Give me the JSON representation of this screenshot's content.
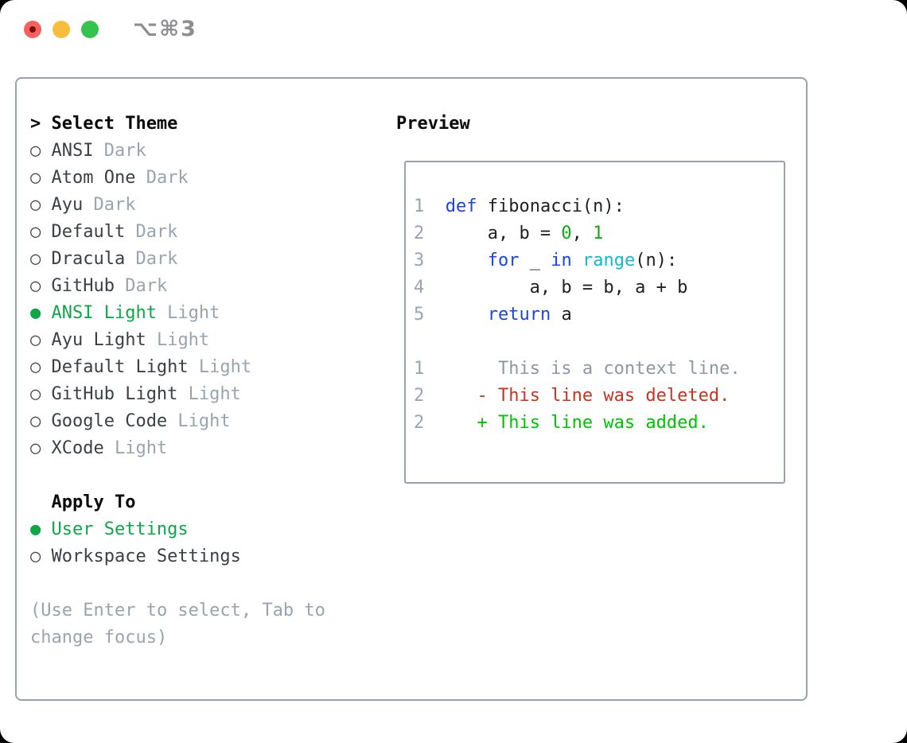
{
  "window": {
    "title": "⌥⌘3",
    "traffic_lights": [
      "close",
      "minimize",
      "zoom"
    ]
  },
  "theme_picker": {
    "prompt": ">",
    "header": "Select Theme",
    "themes": [
      {
        "name": "ANSI",
        "tag": "Dark",
        "selected": false
      },
      {
        "name": "Atom One",
        "tag": "Dark",
        "selected": false
      },
      {
        "name": "Ayu",
        "tag": "Dark",
        "selected": false
      },
      {
        "name": "Default",
        "tag": "Dark",
        "selected": false
      },
      {
        "name": "Dracula",
        "tag": "Dark",
        "selected": false
      },
      {
        "name": "GitHub",
        "tag": "Dark",
        "selected": false
      },
      {
        "name": "ANSI Light",
        "tag": "Light",
        "selected": true
      },
      {
        "name": "Ayu Light",
        "tag": "Light",
        "selected": false
      },
      {
        "name": "Default Light",
        "tag": "Light",
        "selected": false
      },
      {
        "name": "GitHub Light",
        "tag": "Light",
        "selected": false
      },
      {
        "name": "Google Code",
        "tag": "Light",
        "selected": false
      },
      {
        "name": "XCode",
        "tag": "Light",
        "selected": false
      }
    ],
    "apply_to": {
      "header": "Apply To",
      "options": [
        {
          "label": "User Settings",
          "selected": true
        },
        {
          "label": "Workspace Settings",
          "selected": false
        }
      ]
    },
    "hint": "(Use Enter to select, Tab to change focus)"
  },
  "preview": {
    "label": "Preview",
    "code_lines": [
      {
        "line_no": "1",
        "tokens": [
          {
            "t": "  ",
            "c": "fg"
          },
          {
            "t": "def",
            "c": "kw"
          },
          {
            "t": " fibonacci(n):",
            "c": "fg"
          }
        ]
      },
      {
        "line_no": "2",
        "tokens": [
          {
            "t": "      a, b = ",
            "c": "fg"
          },
          {
            "t": "0",
            "c": "num"
          },
          {
            "t": ", ",
            "c": "fg"
          },
          {
            "t": "1",
            "c": "num"
          }
        ]
      },
      {
        "line_no": "3",
        "tokens": [
          {
            "t": "      ",
            "c": "fg"
          },
          {
            "t": "for",
            "c": "kw"
          },
          {
            "t": " _ ",
            "c": "fg"
          },
          {
            "t": "in",
            "c": "kw"
          },
          {
            "t": " ",
            "c": "fg"
          },
          {
            "t": "range",
            "c": "builtin"
          },
          {
            "t": "(n):",
            "c": "fg"
          }
        ]
      },
      {
        "line_no": "4",
        "tokens": [
          {
            "t": "          a, b = b, a + b",
            "c": "fg"
          }
        ]
      },
      {
        "line_no": "5",
        "tokens": [
          {
            "t": "      ",
            "c": "fg"
          },
          {
            "t": "return",
            "c": "kw"
          },
          {
            "t": " a",
            "c": "fg"
          }
        ]
      }
    ],
    "diff_lines": [
      {
        "line_no": "1",
        "marker": "",
        "text": "This is a context line.",
        "kind": "context"
      },
      {
        "line_no": "2",
        "marker": "-",
        "text": "This line was deleted.",
        "kind": "deleted"
      },
      {
        "line_no": "2",
        "marker": "+",
        "text": "This line was added.",
        "kind": "added"
      }
    ]
  },
  "icons": {
    "radio_unselected": "○",
    "radio_selected": "●"
  },
  "colors": {
    "selected_green": "#0fa649",
    "diff_added": "#00c303",
    "diff_deleted": "#c6351f",
    "diff_context": "#8e98a4",
    "keyword_blue": "#1a46e0",
    "builtin_cyan": "#13b9cb",
    "number_green": "#0cab13",
    "code_fg": "#202124",
    "dim_gray": "#9aa4b0",
    "item_gray": "#3b4046",
    "header_black": "#0a0a0a",
    "panel_border": "#99a2ac",
    "traffic_red": "#f5615d",
    "traffic_yellow": "#f8bd3d",
    "traffic_green": "#35c24d"
  }
}
